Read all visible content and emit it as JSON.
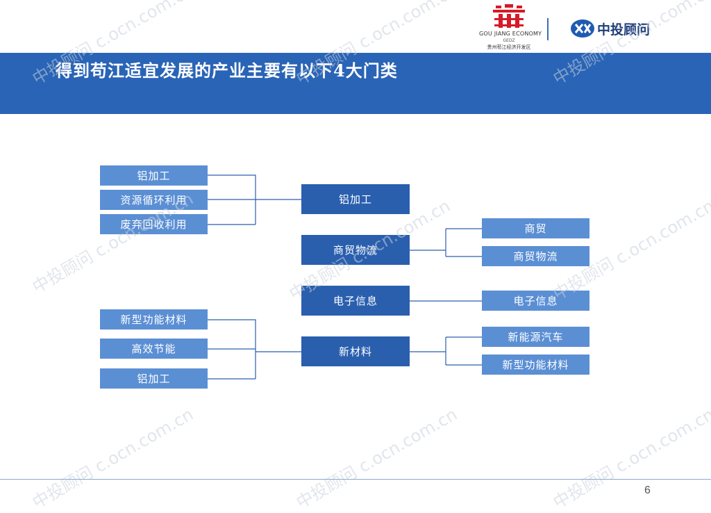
{
  "slide": {
    "title": "得到苟江适宜发展的产业主要有以下4大门类",
    "page_number": "6"
  },
  "logos": {
    "goujiang": {
      "english": "GOU JIANG ECONOMY",
      "code": "GEDZ",
      "chinese": "贵州苟江经济开发区",
      "color": "#d61a28"
    },
    "zhongtou": {
      "name": "中投顾问",
      "color": "#1f3f7a"
    }
  },
  "watermark": {
    "text": "中投顾问 c.ocn.com.cn"
  },
  "diagram": {
    "left_top": [
      "铝加工",
      "资源循环利用",
      "废弃回收利用"
    ],
    "left_bottom": [
      "新型功能材料",
      "高效节能",
      "铝加工"
    ],
    "center": [
      "铝加工",
      "商贸物流",
      "电子信息",
      "新材料"
    ],
    "right_commerce": [
      "商贸",
      "商贸物流"
    ],
    "right_electronics": [
      "电子信息"
    ],
    "right_materials": [
      "新能源汽车",
      "新型功能材料"
    ]
  },
  "colors": {
    "header_band": "#2a64b6",
    "box_light": "#5b8fd4",
    "box_dark": "#2a5fae",
    "connector": "#2a5fae"
  }
}
